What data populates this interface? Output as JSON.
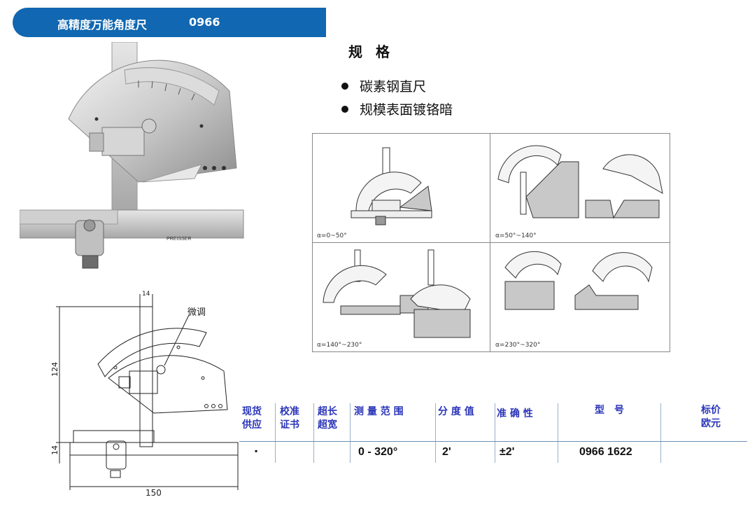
{
  "header": {
    "title": "高精度万能角度尺",
    "code": "0966"
  },
  "photo": {
    "brand_label": "PREISSER"
  },
  "drawing": {
    "label_fine_adjust": "微调",
    "dim_top": "14",
    "dim_height": "124",
    "dim_base": "14",
    "dim_width": "150"
  },
  "specs": {
    "heading": "规 格",
    "items": [
      "碳素钢直尺",
      "规模表面镀铬暗"
    ]
  },
  "diagrams": {
    "labels": [
      "α=0~50°",
      "α=50°~140°",
      "α=140°~230°",
      "α=230°~320°"
    ]
  },
  "table": {
    "headers": [
      "现货\n供应",
      "校准\n证书",
      "超长\n超宽",
      "测 量 范 围",
      "分 度 值",
      "准 确 性",
      "型　号",
      "标价\n欧元"
    ],
    "row": {
      "stock": "▪",
      "cert": "",
      "extra": "",
      "range": "0 - 320°",
      "division": "2'",
      "accuracy": "±2'",
      "model": "0966 1622",
      "price": ""
    }
  },
  "colors": {
    "title_bar": "#1167b1",
    "table_header_text": "#2a35b8"
  }
}
